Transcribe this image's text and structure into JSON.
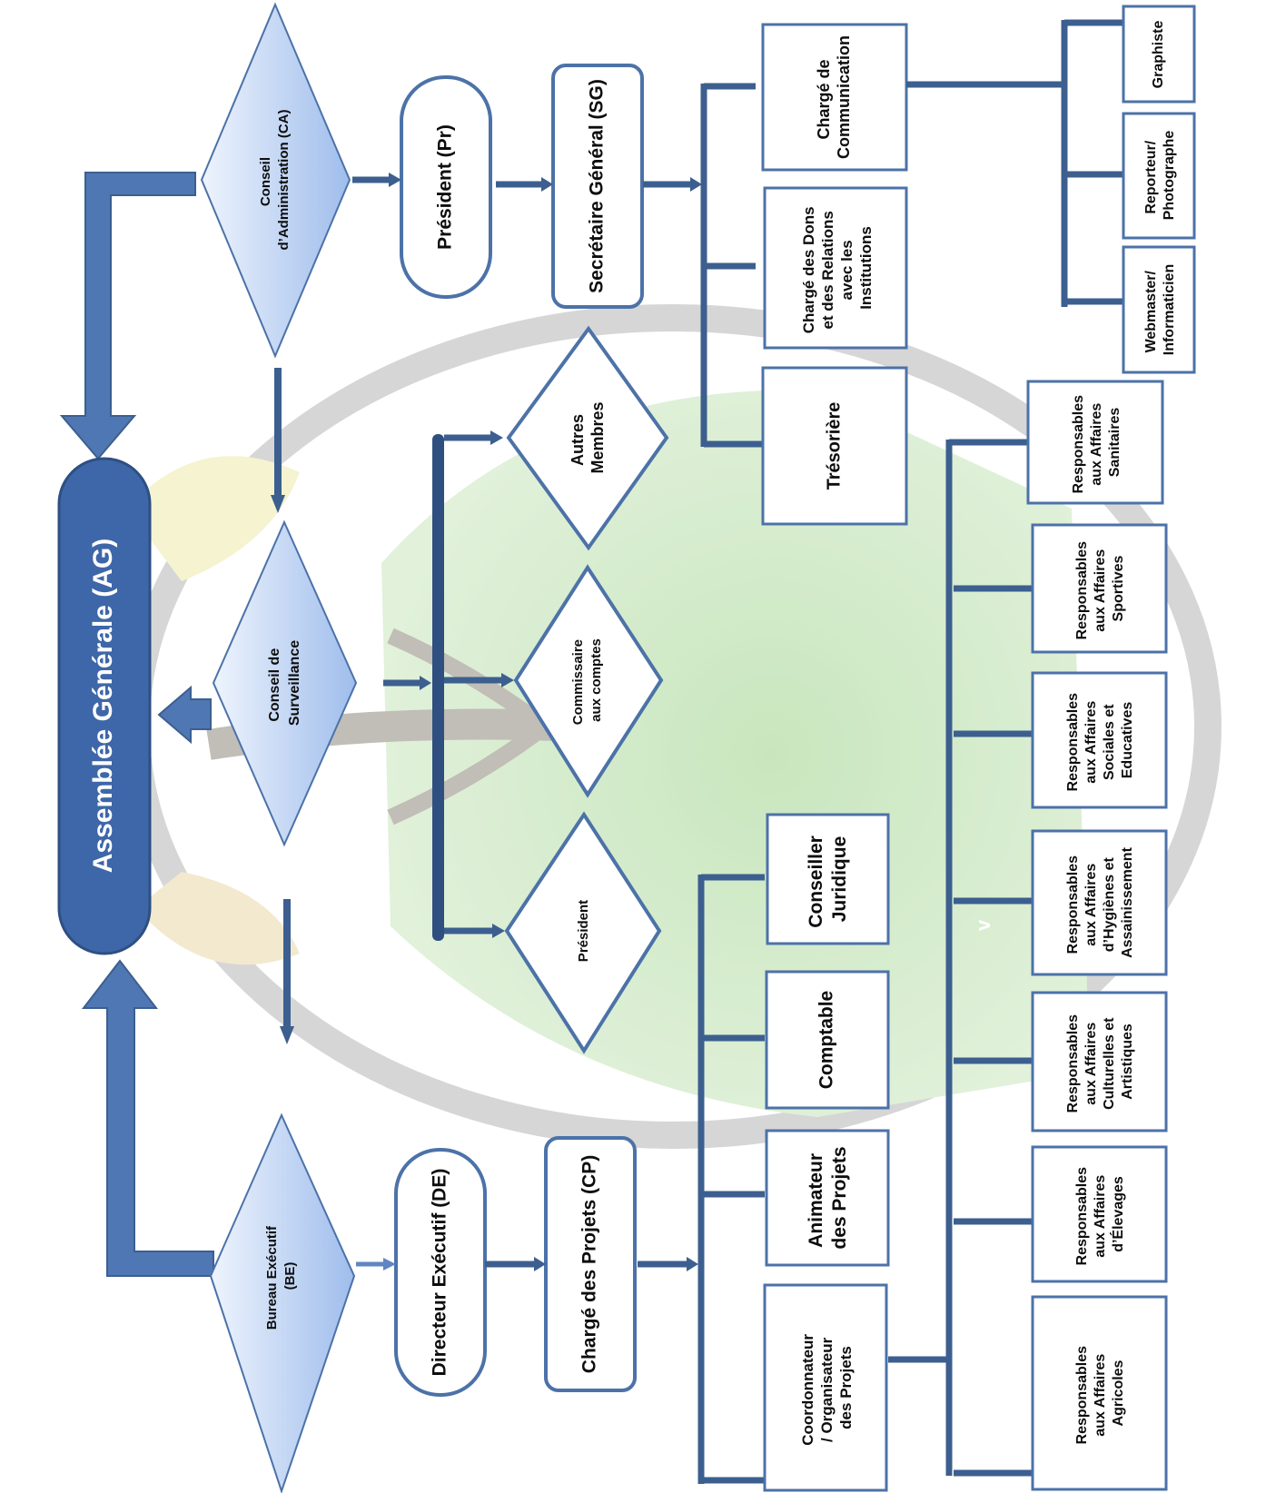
{
  "assemblee": "Assemblée Générale (AG)",
  "conseil_admin": [
    "Conseil",
    "d’Administration (CA)"
  ],
  "conseil_surveillance": [
    "Conseil de",
    "Surveillance"
  ],
  "bureau_executif": [
    "Bureau Exécutif",
    "(BE)"
  ],
  "president_pr": "Président (Pr)",
  "secretaire_general": "Secrétaire Général (SG)",
  "directeur_executif": "Directeur Exécutif (DE)",
  "charge_projets": "Chargé des Projets (CP)",
  "autres_membres": [
    "Autres",
    "Membres"
  ],
  "commissaire": [
    "Commissaire",
    "aux comptes"
  ],
  "president": "Président",
  "charge_communication": [
    "Chargé de",
    "Communication"
  ],
  "charge_dons": [
    "Chargé des Dons",
    "et des Relations",
    "avec les",
    "Institutions"
  ],
  "tresoriere": "Trésorière",
  "graphiste": "Graphiste",
  "reporteur": [
    "Reporteur/",
    "Photographe"
  ],
  "webmaster": [
    "Webmaster/",
    "Informaticien"
  ],
  "conseiller_juridique": [
    "Conseiller",
    "Juridique"
  ],
  "comptable": "Comptable",
  "animateur": [
    "Animateur",
    "des Projets"
  ],
  "coordonnateur": [
    "Coordonnateur",
    "/ Organisateur",
    "des Projets"
  ],
  "resp_sanitaires": [
    "Responsables",
    "aux Affaires",
    "Sanitaires"
  ],
  "resp_sportives": [
    "Responsables",
    "aux Affaires",
    "Sportives"
  ],
  "resp_sociales": [
    "Responsables",
    "aux Affaires",
    "Sociales et",
    "Educatives"
  ],
  "resp_hygiene": [
    "Responsables",
    "aux Affaires",
    "d’Hygiènes et",
    "Assainissement"
  ],
  "resp_culturelles": [
    "Responsables",
    "aux Affaires",
    "Culturelles et",
    "Artistiques"
  ],
  "resp_elevages": [
    "Responsables",
    "aux Affaires",
    "d’Élevages"
  ],
  "resp_agricoles": [
    "Responsables",
    "aux Affaires",
    "Agricoles"
  ],
  "watermark_mark": "v",
  "colors": {
    "line": "#3c5f8f",
    "arrow_fill": "#4f77b3",
    "box_border": "#4c72a8",
    "ag_fill": "#3d67a8",
    "diamond_fill": "#aec6ef"
  }
}
